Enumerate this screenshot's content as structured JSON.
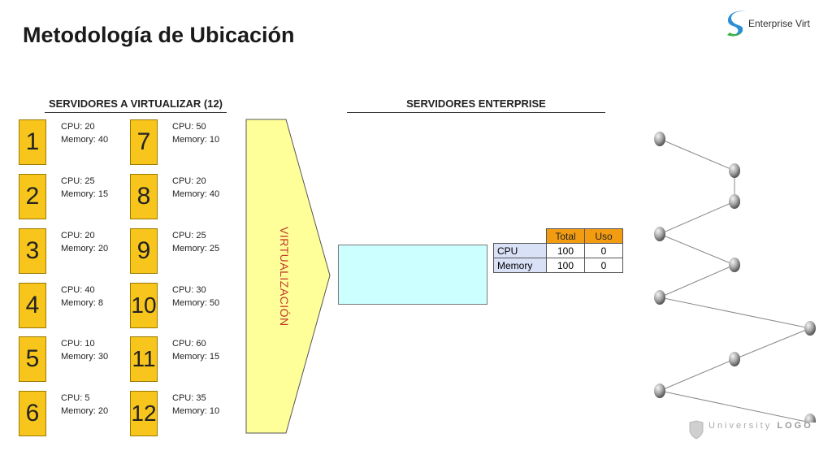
{
  "title": "Metodología de Ubicación",
  "logo_text": "Enterprise Virt",
  "university_logo": {
    "word": "University",
    "mark": "LOGO"
  },
  "left_section": {
    "title": "SERVIDORES A VIRTUALIZAR (12)"
  },
  "right_section": {
    "title": "SERVIDORES ENTERPRISE"
  },
  "virt_label": "VIRTUALIZACIÓN",
  "servers": [
    {
      "id": "1",
      "cpu": "CPU: 20",
      "memory": "Memory: 40"
    },
    {
      "id": "2",
      "cpu": "CPU: 25",
      "memory": "Memory: 15"
    },
    {
      "id": "3",
      "cpu": "CPU: 20",
      "memory": "Memory: 20"
    },
    {
      "id": "4",
      "cpu": "CPU: 40",
      "memory": "Memory: 8"
    },
    {
      "id": "5",
      "cpu": "CPU: 10",
      "memory": "Memory: 30"
    },
    {
      "id": "6",
      "cpu": "CPU: 5",
      "memory": "Memory: 20"
    },
    {
      "id": "7",
      "cpu": "CPU: 50",
      "memory": "Memory: 10"
    },
    {
      "id": "8",
      "cpu": "CPU: 20",
      "memory": "Memory: 40"
    },
    {
      "id": "9",
      "cpu": "CPU: 25",
      "memory": "Memory: 25"
    },
    {
      "id": "10",
      "cpu": "CPU: 30",
      "memory": "Memory: 50"
    },
    {
      "id": "11",
      "cpu": "CPU: 60",
      "memory": "Memory: 15"
    },
    {
      "id": "12",
      "cpu": "CPU: 35",
      "memory": "Memory: 10"
    }
  ],
  "usage_table": {
    "headers": [
      "Total",
      "Uso"
    ],
    "rows": [
      {
        "label": "CPU",
        "total": "100",
        "uso": "0"
      },
      {
        "label": "Memory",
        "total": "100",
        "uso": "0"
      }
    ]
  },
  "colors": {
    "server_box": "#f7c51b",
    "arrow_fill": "#ffff99",
    "virt_label": "#c0392b",
    "enterprise_box": "#ccffff",
    "table_header": "#f39c12",
    "table_row_label": "#d9e1f7"
  }
}
